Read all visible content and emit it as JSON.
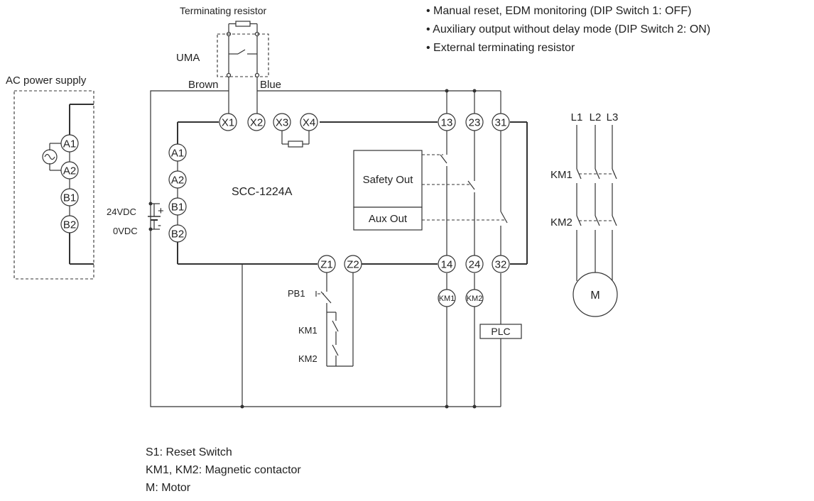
{
  "notes": [
    "• Manual reset, EDM monitoring (DIP Switch 1: OFF)",
    "• Auxiliary output without delay mode (DIP Switch 2: ON)",
    "• External terminating resistor"
  ],
  "labels": {
    "terminating_resistor": "Terminating resistor",
    "uma": "UMA",
    "brown": "Brown",
    "blue": "Blue",
    "ac_power_supply": "AC power supply",
    "device": "SCC-1224A",
    "v24": "24VDC",
    "v0": "0VDC",
    "plus": "+",
    "minus": "-",
    "safety_out": "Safety Out",
    "aux_out": "Aux Out",
    "pb1": "PB1",
    "km1_contact": "KM1",
    "km2_contact": "KM2",
    "plc": "PLC",
    "motor": "M",
    "km1_main": "KM1",
    "km2_main": "KM2",
    "l1": "L1",
    "l2": "L2",
    "l3": "L3",
    "coil_km1": "KM1",
    "coil_km2": "KM2"
  },
  "terminals": {
    "x1": "X1",
    "x2": "X2",
    "x3": "X3",
    "x4": "X4",
    "t13": "13",
    "t23": "23",
    "t31": "31",
    "t14": "14",
    "t24": "24",
    "t32": "32",
    "a1": "A1",
    "a2": "A2",
    "b1": "B1",
    "b2": "B2",
    "z1": "Z1",
    "z2": "Z2",
    "ps_a1": "A1",
    "ps_a2": "A2",
    "ps_b1": "B1",
    "ps_b2": "B2"
  },
  "legend": [
    "S1: Reset Switch",
    "KM1, KM2: Magnetic contactor",
    "M: Motor"
  ]
}
